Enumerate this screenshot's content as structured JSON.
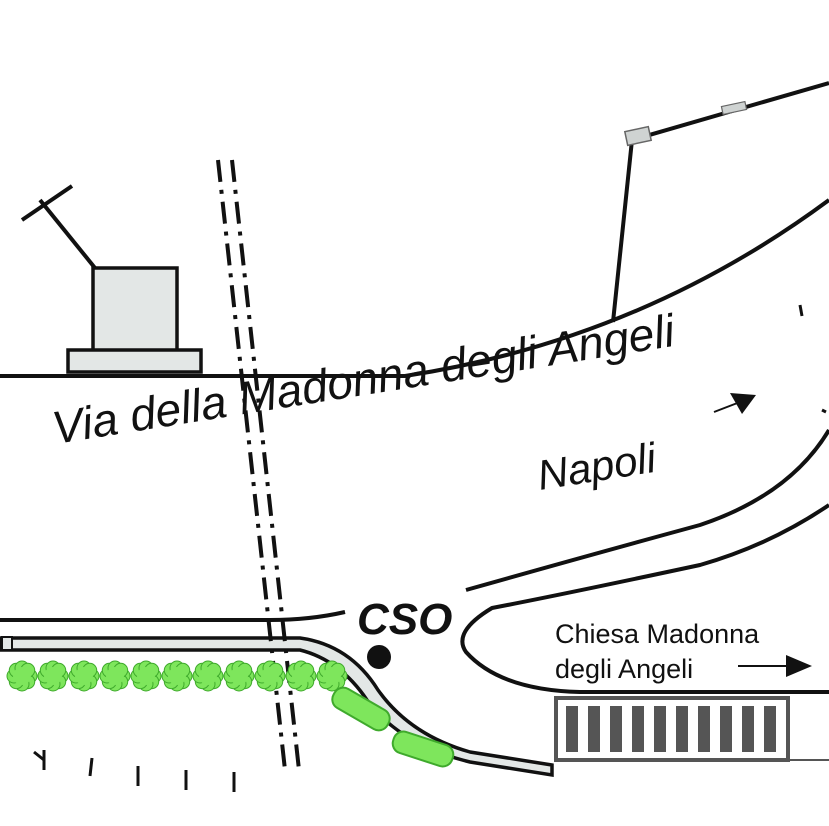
{
  "map": {
    "street_label": "Via della Madonna degli Angeli",
    "direction_label": "Napoli",
    "cso_label": "CSO",
    "destination_line1": "Chiesa Madonna",
    "destination_line2": "degli Angeli"
  },
  "colors": {
    "line": "#111111",
    "building_fill": "#e3e7e6",
    "vegetation": "#7ee65c",
    "vegetation_dark": "#3faa2c",
    "crosswalk": "#555555"
  },
  "icons": [
    "cross-icon",
    "building-icon",
    "railway-line",
    "crosswalk-icon",
    "tree-icon",
    "arrow-right-icon",
    "cso-marker-icon"
  ]
}
